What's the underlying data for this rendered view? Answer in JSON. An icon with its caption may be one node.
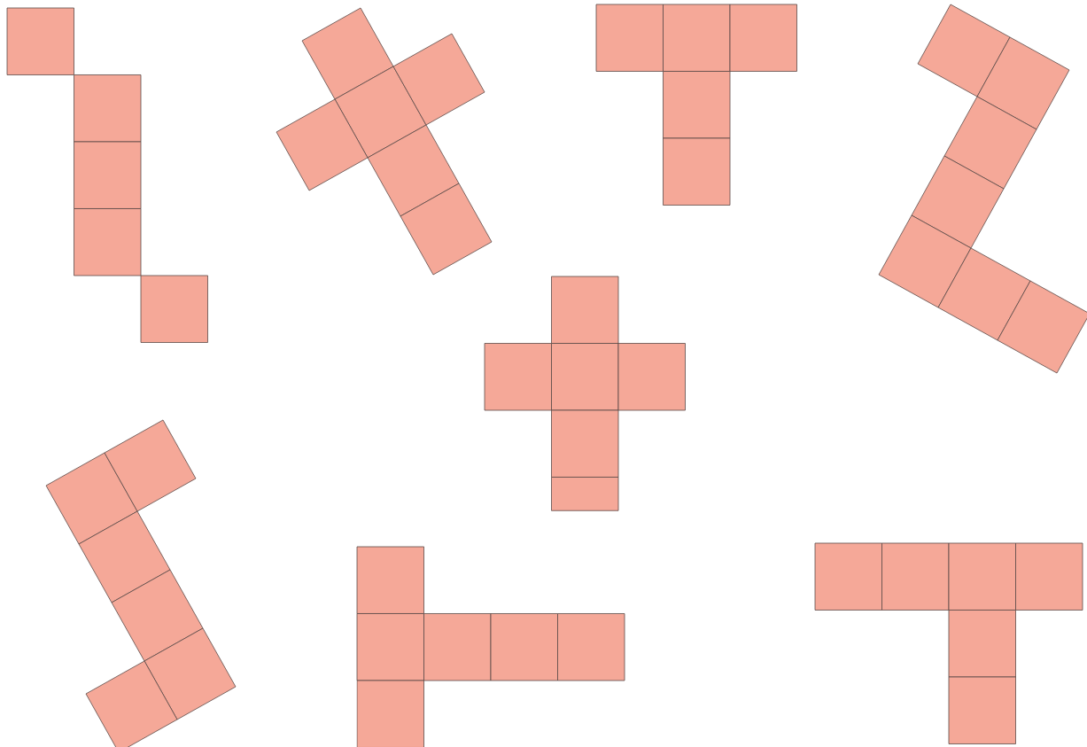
{
  "diagram": {
    "nodes": [
      {
        "text": [],
        "shape": "net"
      },
      {
        "text": [],
        "shape": "net"
      },
      {
        "text": [],
        "shape": "net"
      },
      {
        "text": [],
        "shape": "net"
      },
      {
        "text": [],
        "shape": "net"
      },
      {
        "text": [],
        "shape": "net"
      },
      {
        "text": [],
        "shape": "net"
      },
      {
        "text": [],
        "shape": "net"
      }
    ]
  }
}
